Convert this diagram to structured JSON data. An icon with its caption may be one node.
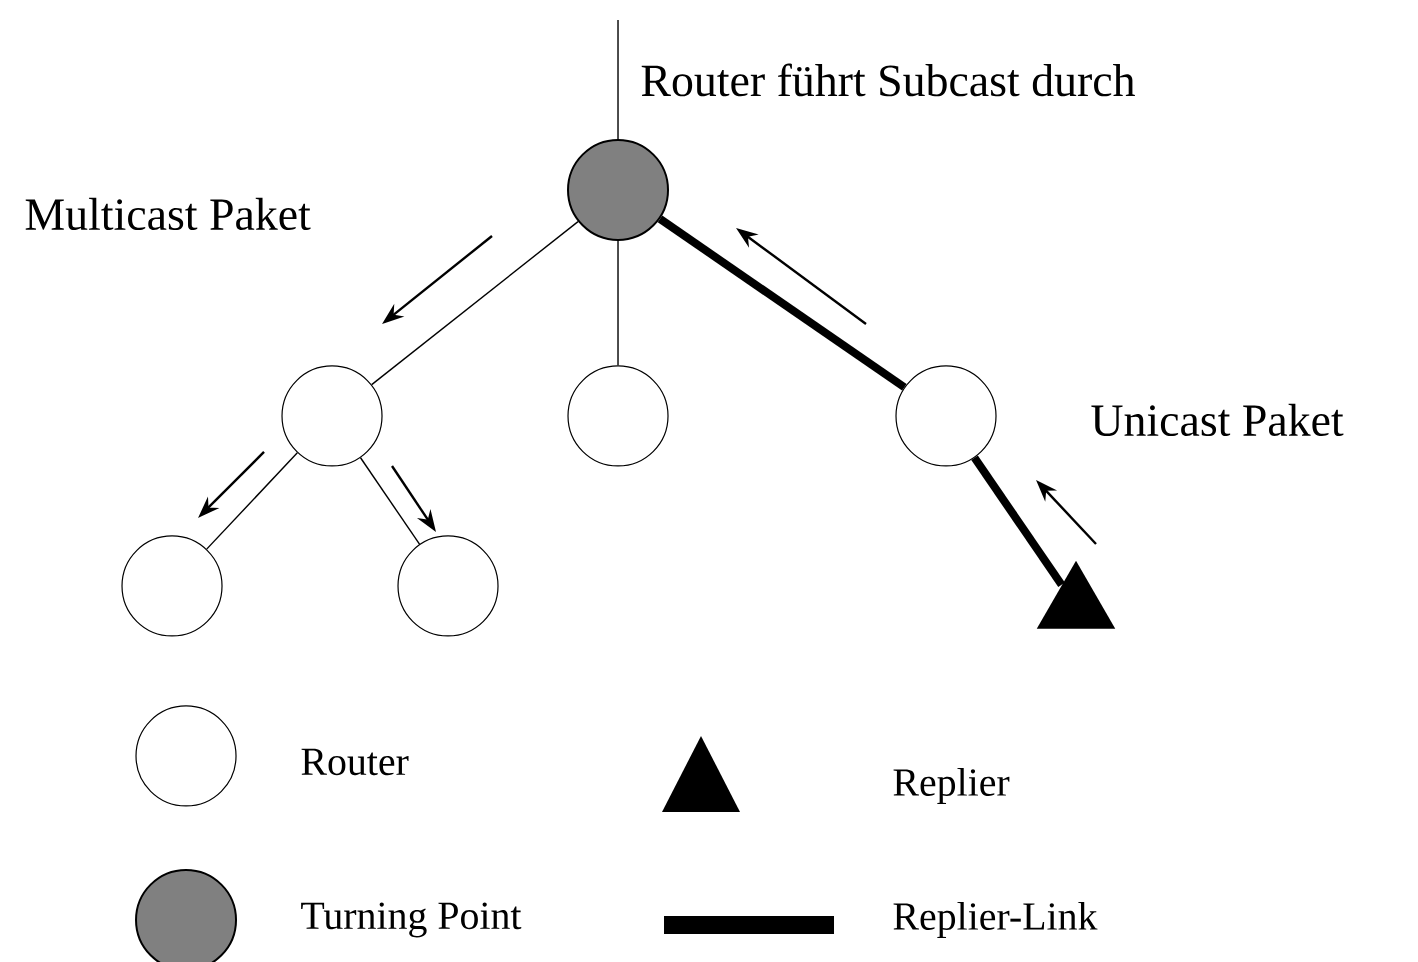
{
  "diagram": {
    "nodes": [
      {
        "text": [],
        "shape": "circle",
        "beside": [
          "Router führt Subcast durch"
        ]
      },
      {
        "text": [],
        "shape": "circle"
      },
      {
        "text": [],
        "shape": "circle"
      },
      {
        "text": [],
        "shape": "circle"
      },
      {
        "text": [],
        "shape": "circle"
      },
      {
        "text": [],
        "shape": "circle"
      },
      {
        "text": [],
        "shape": "triangle"
      }
    ],
    "edges": [
      {
        "from": null,
        "to": 0,
        "arrow": "none"
      },
      {
        "from": 0,
        "to": 1,
        "arrow": "none"
      },
      {
        "from": 0,
        "to": 2,
        "arrow": "none"
      },
      {
        "from": 0,
        "to": 3,
        "arrow": "none",
        "style": "thick"
      },
      {
        "from": 1,
        "to": 4,
        "arrow": "none"
      },
      {
        "from": 1,
        "to": 5,
        "arrow": "none"
      },
      {
        "from": 3,
        "to": 6,
        "arrow": "none",
        "style": "thick"
      }
    ],
    "labels": [
      "Multicast Paket",
      "Unicast Paket"
    ],
    "legend": [
      {
        "text": "Router"
      },
      {
        "text": "Turning Point"
      },
      {
        "text": "Replier"
      },
      {
        "text": "Replier-Link"
      }
    ]
  }
}
